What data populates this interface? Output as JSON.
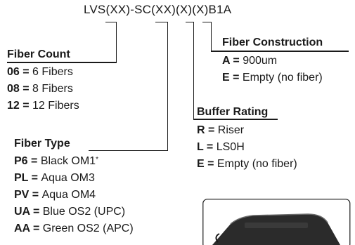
{
  "part_code": {
    "prefix": "LVS(",
    "xx1": "XX",
    "mid": ")-SC(",
    "xx2": "XX",
    "p1": ")(",
    "x3": "X",
    "p2": ")(",
    "x4": "X",
    "suffix": ")B1A"
  },
  "fiber_count": {
    "heading": "Fiber Count",
    "items": [
      {
        "code": "06",
        "eq": " = ",
        "desc": "6 Fibers"
      },
      {
        "code": "08",
        "eq": " = ",
        "desc": "8 Fibers"
      },
      {
        "code": "12",
        "eq": " = ",
        "desc": "12 Fibers"
      }
    ]
  },
  "fiber_type": {
    "heading": "Fiber Type",
    "items": [
      {
        "code": "P6",
        "eq": " = ",
        "desc": "Black OM1",
        "note": "*"
      },
      {
        "code": "PL",
        "eq": " = ",
        "desc": "Aqua OM3"
      },
      {
        "code": "PV",
        "eq": " = ",
        "desc": "Aqua OM4"
      },
      {
        "code": "UA",
        "eq": " = ",
        "desc": "Blue OS2 (UPC)"
      },
      {
        "code": "AA",
        "eq": " = ",
        "desc": "Green OS2 (APC)"
      }
    ]
  },
  "fiber_construction": {
    "heading": "Fiber Construction",
    "items": [
      {
        "code": "A",
        "eq": " = ",
        "desc": "900um"
      },
      {
        "code": "E",
        "eq": " = ",
        "desc": "Empty (no fiber)"
      }
    ]
  },
  "buffer_rating": {
    "heading": "Buffer Rating",
    "items": [
      {
        "code": "R",
        "eq": " = ",
        "desc": "Riser"
      },
      {
        "code": "L",
        "eq": " = ",
        "desc": "LS0H"
      },
      {
        "code": "E",
        "eq": " = ",
        "desc": "Empty (no fiber)"
      }
    ]
  },
  "colors": {
    "text": "#1a1a1a",
    "device": "#2b2b2b"
  }
}
